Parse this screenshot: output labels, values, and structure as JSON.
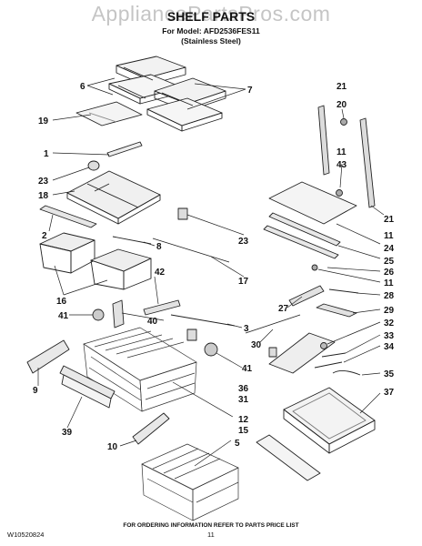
{
  "watermark": "AppliancePartsPros.com",
  "header": {
    "title": "SHELF PARTS",
    "model_line": "For Model: AFD2536FES11",
    "finish_line": "(Stainless Steel)"
  },
  "footer": {
    "order_note": "FOR ORDERING INFORMATION REFER TO PARTS PRICE LIST",
    "doc_id": "W10520824",
    "page_number": "11"
  },
  "callouts": [
    "1",
    "2",
    "3",
    "5",
    "6",
    "7",
    "8",
    "9",
    "10",
    "11",
    "12",
    "15",
    "16",
    "17",
    "18",
    "19",
    "20",
    "21",
    "23",
    "24",
    "25",
    "26",
    "27",
    "28",
    "29",
    "30",
    "31",
    "32",
    "33",
    "34",
    "35",
    "36",
    "37",
    "39",
    "40",
    "41",
    "42",
    "43"
  ]
}
